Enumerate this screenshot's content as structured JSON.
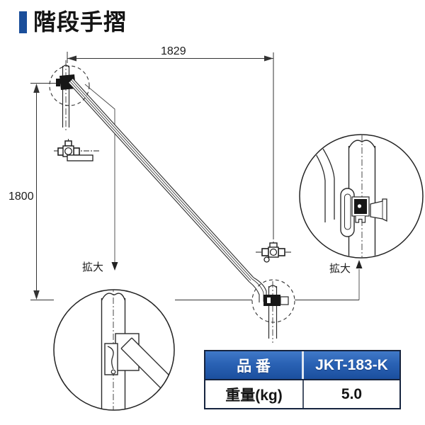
{
  "page": {
    "title": "階段手摺",
    "accent_color": "#1a4e9a"
  },
  "diagram": {
    "dim_width_label": "1829",
    "dim_height_label": "1800",
    "enlarge_label_top_joint": "拡大",
    "enlarge_label_bottom_joint": "拡大"
  },
  "spec_table": {
    "header": {
      "col1": "品 番",
      "col2": "JKT-183-K"
    },
    "rows": [
      {
        "label": "重量(kg)",
        "value": "5.0"
      }
    ],
    "header_bg": "#2a62b4",
    "header_text_color": "#ffffff",
    "border_color": "#16243f"
  }
}
